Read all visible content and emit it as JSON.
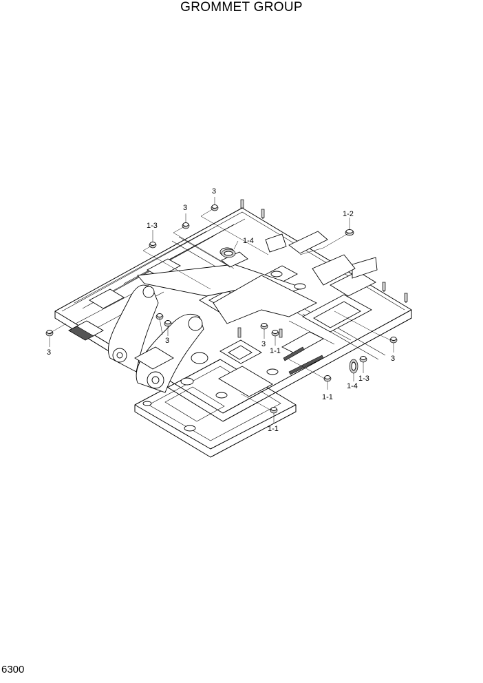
{
  "title": "GROMMET GROUP",
  "page_number": "6300",
  "callouts": [
    {
      "id": "c1",
      "label": "3"
    },
    {
      "id": "c2",
      "label": "3"
    },
    {
      "id": "c3",
      "label": "1-3"
    },
    {
      "id": "c4",
      "label": "1-4"
    },
    {
      "id": "c5",
      "label": "1-2"
    },
    {
      "id": "c6",
      "label": "3"
    },
    {
      "id": "c7",
      "label": "3"
    },
    {
      "id": "c8",
      "label": "3"
    },
    {
      "id": "c9",
      "label": "1-1"
    },
    {
      "id": "c10",
      "label": "3"
    },
    {
      "id": "c11",
      "label": "1-3"
    },
    {
      "id": "c12",
      "label": "1-4"
    },
    {
      "id": "c13",
      "label": "1-1"
    },
    {
      "id": "c14",
      "label": "1-1"
    }
  ]
}
